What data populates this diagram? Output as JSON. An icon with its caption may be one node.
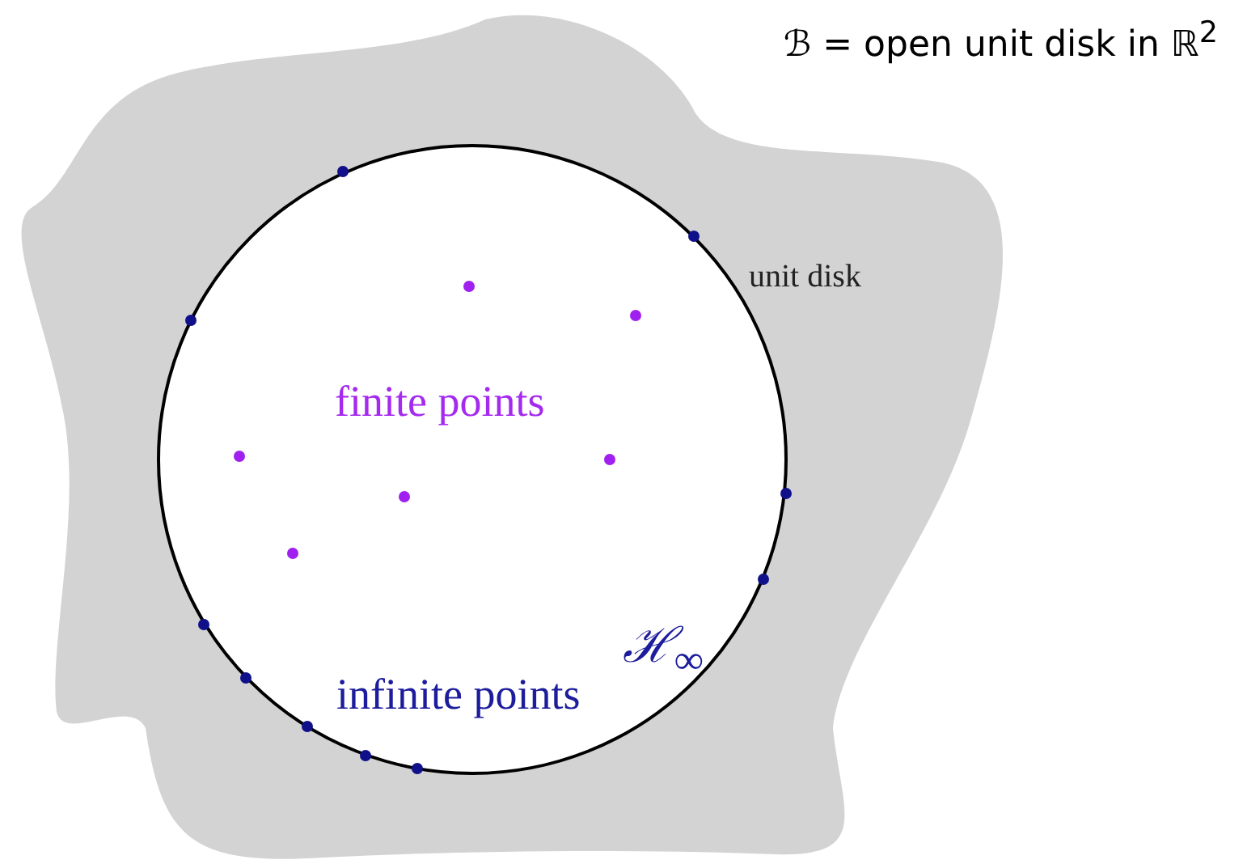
{
  "diagram": {
    "title": "ℬ = open unit disk in ℝ$^{2}$",
    "nodes": [
      {
        "text": [
          "finite points",
          "infinite points",
          "ℋ$_{∞}$"
        ],
        "beside": [
          "unit disk"
        ]
      }
    ]
  }
}
